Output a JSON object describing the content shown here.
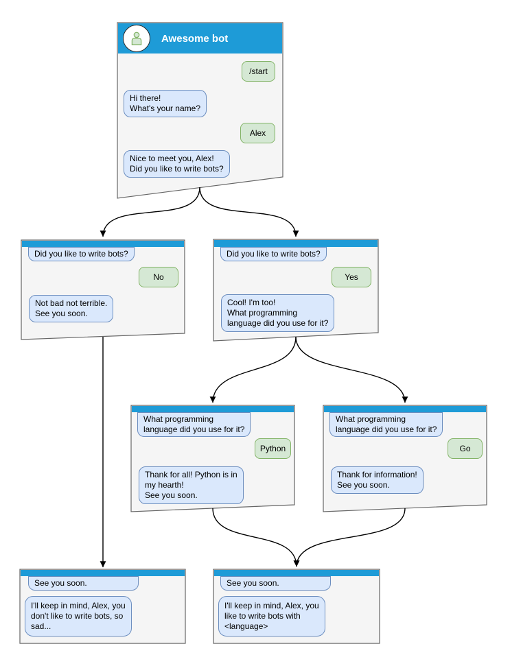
{
  "windows": {
    "main": {
      "title": "Awesome bot",
      "avatar_icon": "person-icon",
      "msg_start": "/start",
      "msg_greeting": "Hi there!\nWhat's your name?",
      "msg_name": "Alex",
      "msg_question": "Nice to meet you, Alex!\nDid you like to write bots?"
    },
    "no": {
      "context": "Did you like to write bots?",
      "answer": "No",
      "reply": "Not bad not terrible.\nSee you soon."
    },
    "yes": {
      "context": "Did you like to write bots?",
      "answer": "Yes",
      "reply": "Cool! I'm too!\nWhat programming\nlanguage did you use for it?"
    },
    "python": {
      "context": "What programming\nlanguage did you use for it?",
      "answer": "Python",
      "reply": "Thank for all! Python is in\nmy hearth!\nSee you soon."
    },
    "go": {
      "context": "What programming\nlanguage did you use for it?",
      "answer": "Go",
      "reply": "Thank for information!\nSee you soon."
    },
    "end_no": {
      "context": "See you soon.",
      "reply": "I'll keep in mind, Alex, you\ndon't like to write bots, so\nsad..."
    },
    "end_yes": {
      "context": "See you soon.",
      "reply": "I'll keep in mind, Alex, you\nlike to write bots with\n<language>"
    }
  },
  "colors": {
    "header_blue": "#1E9BD7",
    "window_fill": "#F5F5F5",
    "window_border": "#666666",
    "bot_bubble_fill": "#DAE8FC",
    "bot_bubble_border": "#6C8EBF",
    "user_bubble_fill": "#D5E8D4",
    "user_bubble_border": "#82B366",
    "arrow": "#000000"
  }
}
